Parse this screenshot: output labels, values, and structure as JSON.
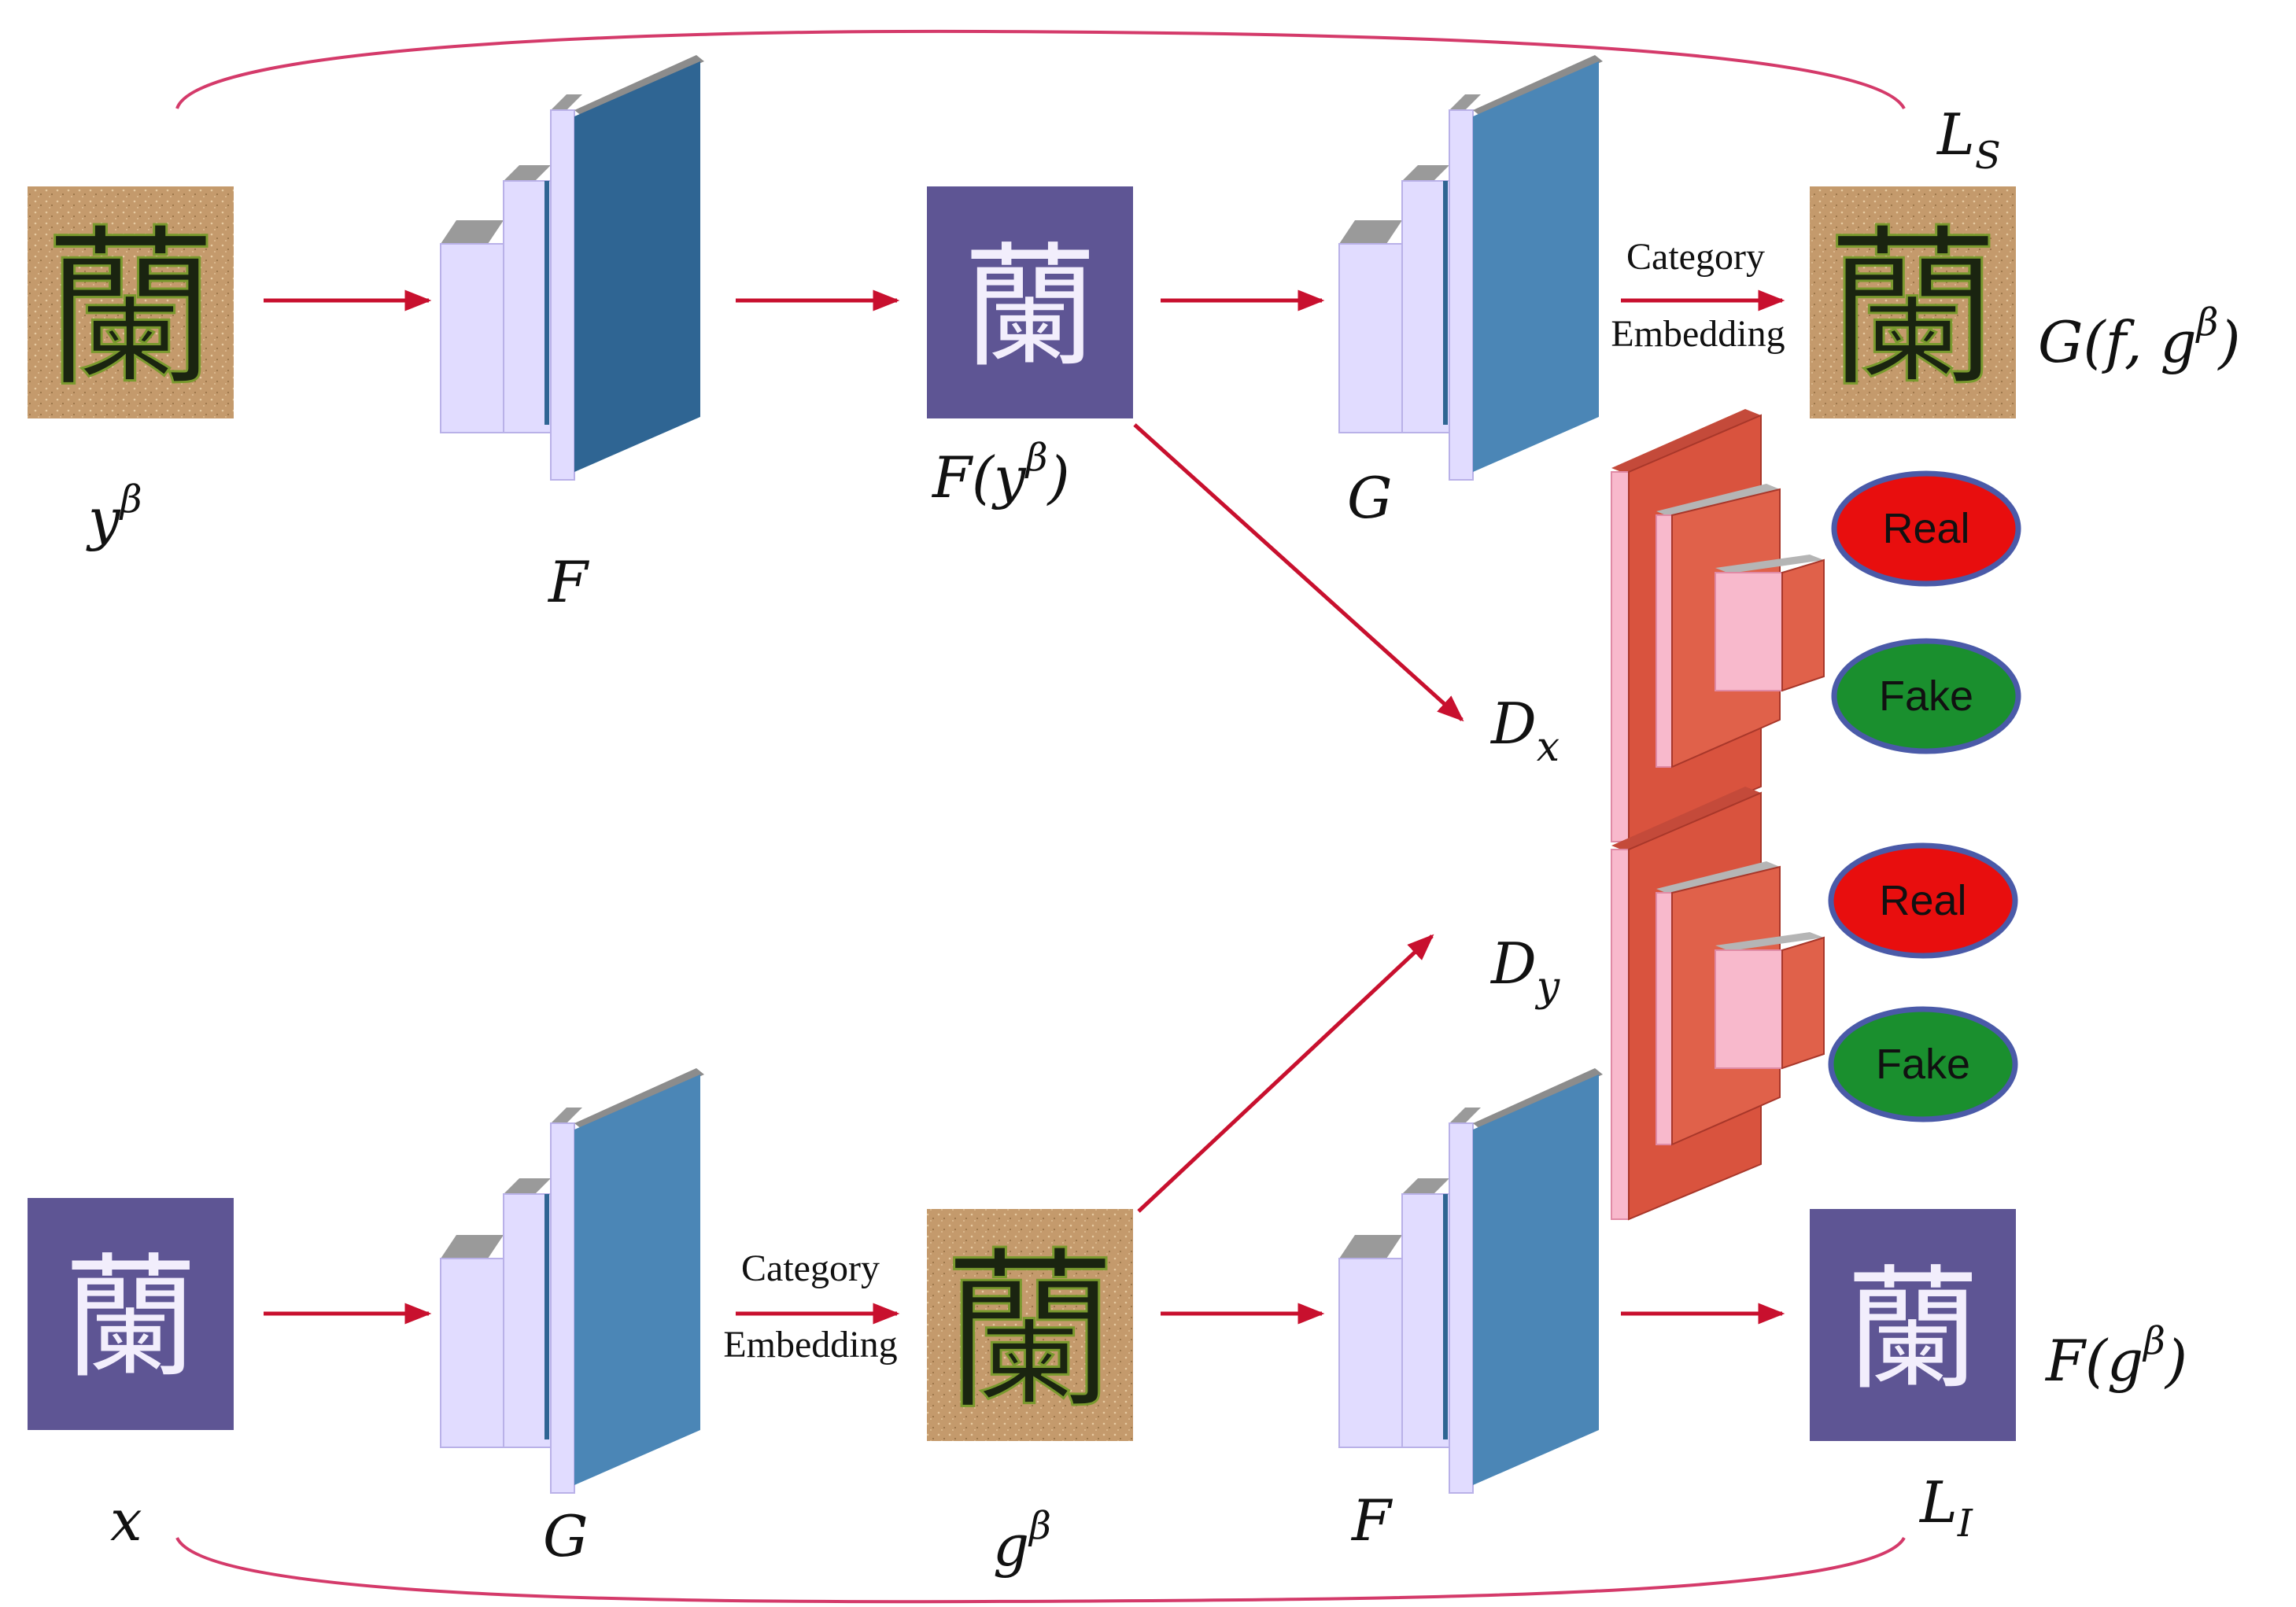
{
  "character": "蘭",
  "labels": {
    "y_beta": "y",
    "y_beta_sup": "β",
    "F_top": "F",
    "F_y_beta": "F(y",
    "F_y_beta_sup": "β",
    "F_y_beta_close": ")",
    "G_top": "G",
    "L_S": "L",
    "L_S_sub": "S",
    "G_f_g": "G(f, g",
    "G_f_g_sup": "β",
    "G_f_g_close": ")",
    "D_x": "D",
    "D_x_sub": "x",
    "D_y": "D",
    "D_y_sub": "y",
    "x": "x",
    "G_bottom": "G",
    "g_beta": "g",
    "g_beta_sup": "β",
    "F_bottom": "F",
    "L_I": "L",
    "L_I_sub": "I",
    "F_g_beta": "F(g",
    "F_g_beta_sup": "β",
    "F_g_beta_close": ")"
  },
  "embedding_top": {
    "line1": "Category",
    "line2": "Embedding"
  },
  "embedding_bottom": {
    "line1": "Category",
    "line2": "Embedding"
  },
  "discriminator_x": {
    "real": "Real",
    "fake": "Fake"
  },
  "discriminator_y": {
    "real": "Real",
    "fake": "Fake"
  },
  "colors": {
    "arrow": "#c8102e",
    "loss_curve": "#d43a6a",
    "tile_style": "#c49a6c",
    "tile_plain": "#5e5594",
    "net_face_light": "#e1dcff",
    "net_face_dark_top": "#2f6593",
    "net_face_bottom": "#4b86b6",
    "disc_red": "#d9533e",
    "disc_pink": "#f8b9cc",
    "real_fill": "#e80e0e",
    "fake_fill": "#1a8f2e",
    "oval_border": "#4a5aa8"
  }
}
